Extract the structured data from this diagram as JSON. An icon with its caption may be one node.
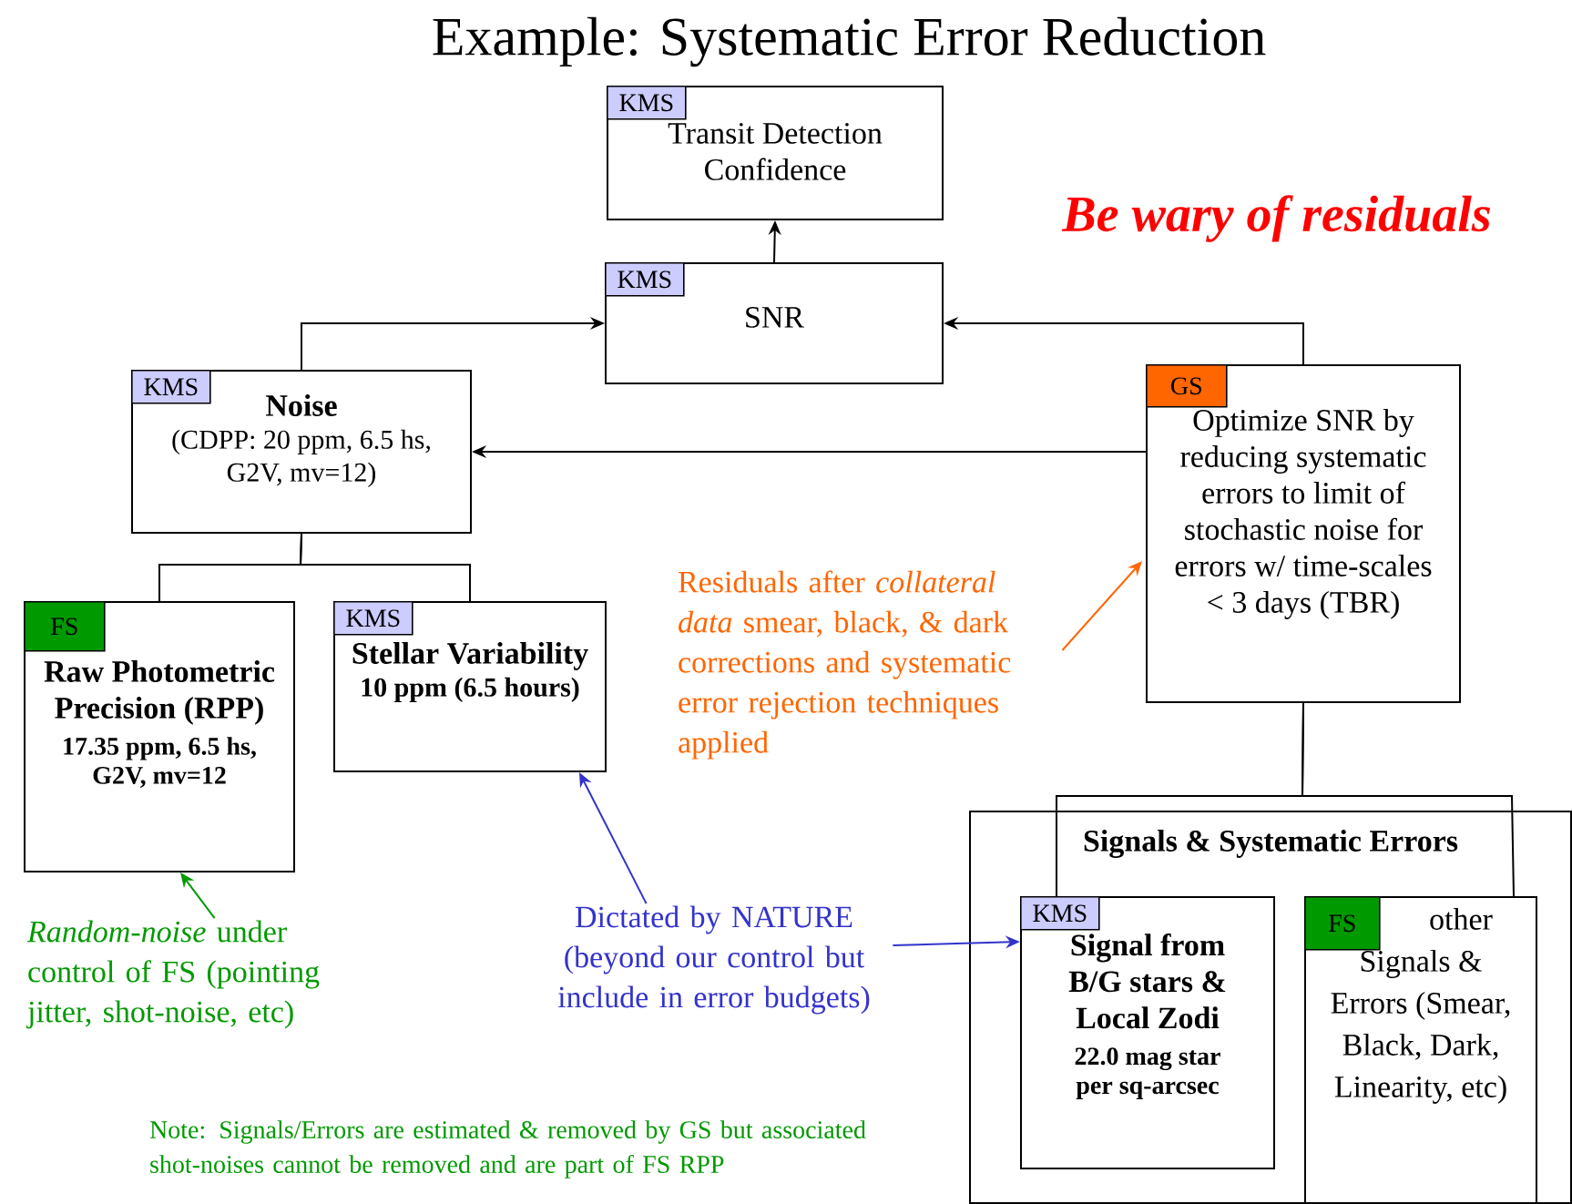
{
  "diagram": {
    "title": "Example: Systematic Error Reduction",
    "nodes": [
      {
        "text": [
          "Transit Detection Confidence"
        ]
      },
      {
        "text": [
          "KMS"
        ],
        "in": 0
      },
      {
        "text": [
          "SNR"
        ]
      },
      {
        "text": [
          "KMS"
        ],
        "in": 2
      },
      {
        "text": [
          "Noise",
          "(CDPP: 20 ppm, 6.5 hs, G2V, mv=12)"
        ]
      },
      {
        "text": [
          "KMS"
        ],
        "in": 4
      },
      {
        "text": [
          "Optimize SNR by reducing systematic errors to limit of stochastic noise for errors w/ time-scales < 3 days  (TBR)"
        ]
      },
      {
        "text": [
          "GS"
        ],
        "in": 6
      },
      {
        "text": [
          "Raw Photometric Precision (RPP)",
          "17.35 ppm, 6.5 hs, G2V, mv=12"
        ]
      },
      {
        "text": [
          "FS"
        ],
        "in": 8
      },
      {
        "text": [
          "Stellar Variability",
          "10 ppm (6.5 hours)"
        ]
      },
      {
        "text": [
          "KMS"
        ],
        "in": 10
      },
      {
        "text": [
          "Signals & Systematic Errors"
        ]
      },
      {
        "text": [
          "Signal from B/G stars & Local Zodi",
          "22.0 mag star per sq-arcsec"
        ],
        "in": 12
      },
      {
        "text": [
          "KMS"
        ],
        "in": 13
      },
      {
        "text": [
          "other Signals & Errors (Smear, Black, Dark, Linearity, etc)"
        ],
        "in": 12
      },
      {
        "text": [
          "FS"
        ],
        "in": 15
      },
      {
        "text": [
          "*Random-noise* under control of FS (pointing jitter, shot-noise, etc)"
        ]
      },
      {
        "text": [
          "Dictated by NATURE (beyond our control but include in error budgets)"
        ]
      },
      {
        "text": [
          "Residuals after *collateral data* smear, black, & dark corrections and systematic error rejection techniques applied"
        ]
      }
    ],
    "edges": [
      {
        "from": 2,
        "to": 0,
        "arrow": "to"
      },
      {
        "from": 4,
        "to": 2,
        "arrow": "to"
      },
      {
        "from": 6,
        "to": 2,
        "arrow": "to"
      },
      {
        "from": 6,
        "to": 4,
        "arrow": "to"
      },
      {
        "from": 8,
        "to": 4,
        "arrow": "none"
      },
      {
        "from": 10,
        "to": 4,
        "arrow": "none"
      },
      {
        "from": 13,
        "to": 6,
        "arrow": "none"
      },
      {
        "from": 15,
        "to": 6,
        "arrow": "none"
      },
      {
        "from": 17,
        "to": 8,
        "arrow": "to",
        "color": "#009900"
      },
      {
        "from": 18,
        "to": 10,
        "arrow": "to",
        "color": "#3333cc"
      },
      {
        "from": 18,
        "to": 13,
        "arrow": "to",
        "color": "#3333cc"
      },
      {
        "from": 19,
        "to": 6,
        "arrow": "to",
        "color": "#ff6600"
      }
    ],
    "labels": [
      "Be wary of residuals",
      "Note: Signals/Errors are estimated & removed by GS but associated shot-noises cannot be removed and are part of FS RPP"
    ]
  }
}
